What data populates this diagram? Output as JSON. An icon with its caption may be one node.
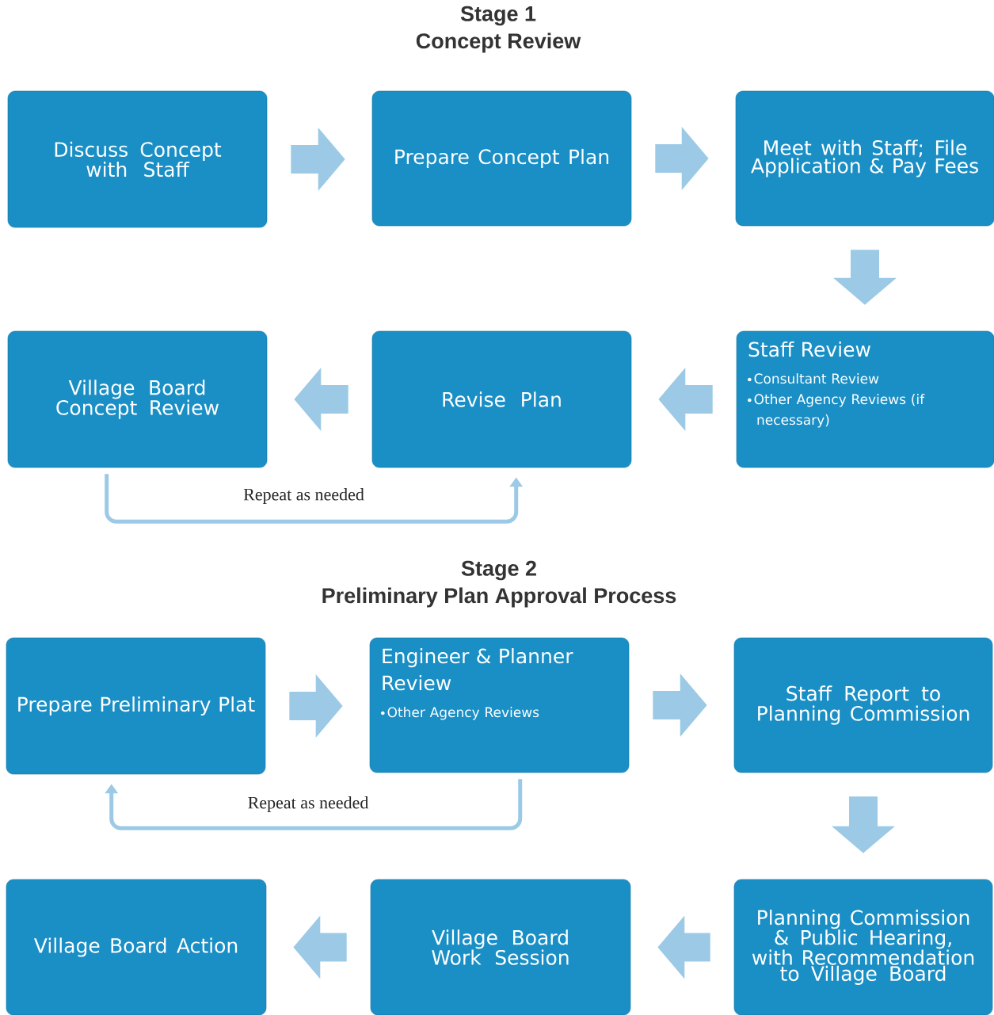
{
  "diagram": {
    "nodes": [
      {
        "text": [
          "Discuss Concept with Staff"
        ]
      },
      {
        "text": [
          "Prepare Concept Plan"
        ]
      },
      {
        "text": [
          "Meet with Staff; File Application & Pay Fees"
        ]
      },
      {
        "text": [
          "Staff Review",
          "Consultant Review",
          "Other Agency Reviews (if necessary)"
        ]
      },
      {
        "text": [
          "Revise Plan"
        ]
      },
      {
        "text": [
          "Village Board Concept Review"
        ]
      },
      {
        "text": [
          "Prepare Preliminary Plat"
        ]
      },
      {
        "text": [
          "Engineer & Planner Review",
          "Other Agency Reviews"
        ]
      },
      {
        "text": [
          "Staff Report to Planning Commission"
        ]
      },
      {
        "text": [
          "Planning Commission & Public Hearing, with Recommendation to Village Board"
        ]
      },
      {
        "text": [
          "Village Board Work Session"
        ]
      },
      {
        "text": [
          "Village Board Action"
        ]
      }
    ],
    "edges": [
      {
        "from": 0,
        "to": 1,
        "arrow": "to"
      },
      {
        "from": 1,
        "to": 2,
        "arrow": "to"
      },
      {
        "from": 2,
        "to": 3,
        "arrow": "to"
      },
      {
        "from": 3,
        "to": 4,
        "arrow": "to"
      },
      {
        "from": 4,
        "to": 5,
        "arrow": "to"
      },
      {
        "from": 5,
        "to": 4,
        "arrow": "to",
        "label": "Repeat as needed"
      },
      {
        "from": 6,
        "to": 7,
        "arrow": "to"
      },
      {
        "from": 7,
        "to": 6,
        "arrow": "to",
        "label": "Repeat as needed"
      },
      {
        "from": 7,
        "to": 8,
        "arrow": "to"
      },
      {
        "from": 8,
        "to": 9,
        "arrow": "to"
      },
      {
        "from": 9,
        "to": 10,
        "arrow": "to"
      },
      {
        "from": 10,
        "to": 11,
        "arrow": "to"
      }
    ],
    "labels": [
      "Stage 1",
      "Concept Review",
      "Stage 2",
      "Preliminary Plan Approval Process"
    ]
  }
}
